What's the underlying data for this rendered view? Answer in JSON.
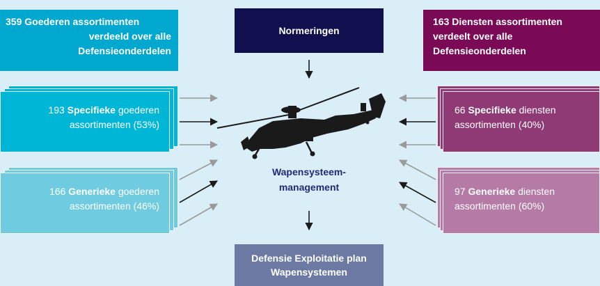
{
  "colors": {
    "background": "#d9eef7",
    "goods_total": "#00a7cf",
    "goods_specific": "#00b6d6",
    "goods_generic": "#6fcbe0",
    "services_total": "#7a0a56",
    "services_specific": "#8f3a75",
    "services_generic": "#b57aa5",
    "normeringen": "#10104f",
    "exploitatie": "#6c7aa3",
    "center_text": "#1f2b7a"
  },
  "goods_total": {
    "prefix": "359",
    "line1": "Goederen assortimenten",
    "line2": "verdeeld over alle",
    "line3": "Defensieonderdelen"
  },
  "goods_specific": {
    "count": "193",
    "kind": "Specifieke",
    "suffix": "goederen",
    "line2": "assortimenten (53%)"
  },
  "goods_generic": {
    "count": "166",
    "kind": "Generieke",
    "suffix": "goederen",
    "line2": "assortimenten (46%)"
  },
  "normeringen": {
    "label": "Normeringen"
  },
  "center": {
    "line1": "Wapensysteem-",
    "line2": "management",
    "icon": "helicopter-icon"
  },
  "exploitatie": {
    "line1": "Defensie Exploitatie plan",
    "line2": "Wapensystemen"
  },
  "services_total": {
    "prefix": "163",
    "line1": "Diensten assortimenten",
    "line2": "verdeelt over alle",
    "line3": "Defensieonderdelen"
  },
  "services_specific": {
    "count": "66",
    "kind": "Specifieke",
    "suffix": "diensten",
    "line2": "assortimenten (40%)"
  },
  "services_generic": {
    "count": "97",
    "kind": "Generieke",
    "suffix": "diensten",
    "line2": "assortimenten (60%)"
  }
}
